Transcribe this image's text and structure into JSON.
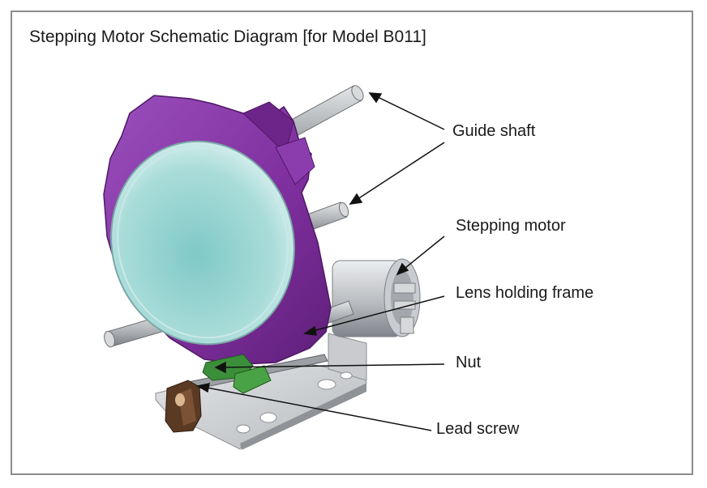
{
  "title": "Stepping Motor Schematic Diagram [for Model B011]",
  "labels": {
    "guide_shaft": "Guide shaft",
    "stepping_motor": "Stepping motor",
    "lens_holding_frame": "Lens holding frame",
    "nut": "Nut",
    "lead_screw": "Lead screw"
  },
  "colors": {
    "frame_purple": "#7d2e9c",
    "lens_cyan": "#a9dcd9",
    "nut_green": "#3c8f3a",
    "metal_grey": "#b9bcc0",
    "screw_brown": "#5a3a22"
  }
}
